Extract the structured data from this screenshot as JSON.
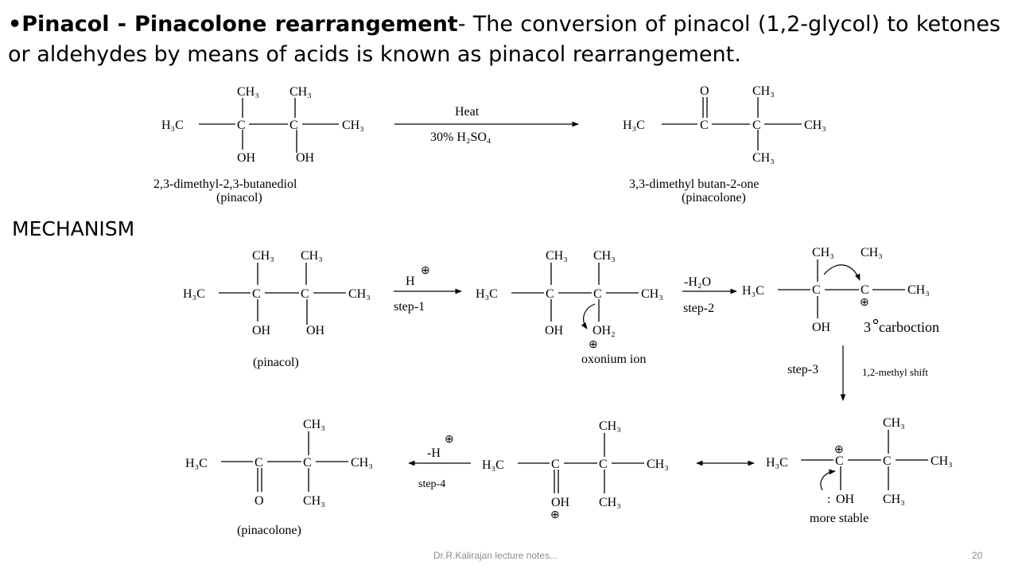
{
  "intro": {
    "bullet": "•",
    "term": "Pinacol - Pinacolone rearrangement",
    "text": "- The conversion of pinacol (1,2-glycol) to ketones or aldehydes by means of acids is known as pinacol rearrangement."
  },
  "reaction": {
    "condition_top": "Heat",
    "condition_bottom": "30% H₂SO₄",
    "reactant_name": "2,3-dimethyl-2,3-butanediol",
    "reactant_common": "(pinacol)",
    "product_name": "3,3-dimethyl butan-2-one",
    "product_common": "(pinacolone)"
  },
  "mechanism": {
    "heading": "MECHANISM",
    "step1": "step-1",
    "step1_reagent": "H",
    "step2": "step-2",
    "step2_reagent": "-H₂O",
    "step3": "step-3",
    "step3_note": "1,2-methyl shift",
    "step4": "step-4",
    "step4_reagent": "-H",
    "label_pinacol": "(pinacol)",
    "label_oxonium": "oxonium ion",
    "label_carbocation_deg": "3",
    "label_carbocation": "carboction",
    "label_more_stable": "more stable",
    "label_pinacolone": "(pinacolone)"
  },
  "groups": {
    "h3c": "H₃C",
    "ch3": "CH₃",
    "c": "C",
    "oh": "OH",
    "oh2": "OH₂",
    "o": "O",
    "charge": "⊕",
    "lone_pair": ":"
  },
  "footer": {
    "note": "Dr.R.Kalirajan lecture notes...",
    "page": "20"
  }
}
